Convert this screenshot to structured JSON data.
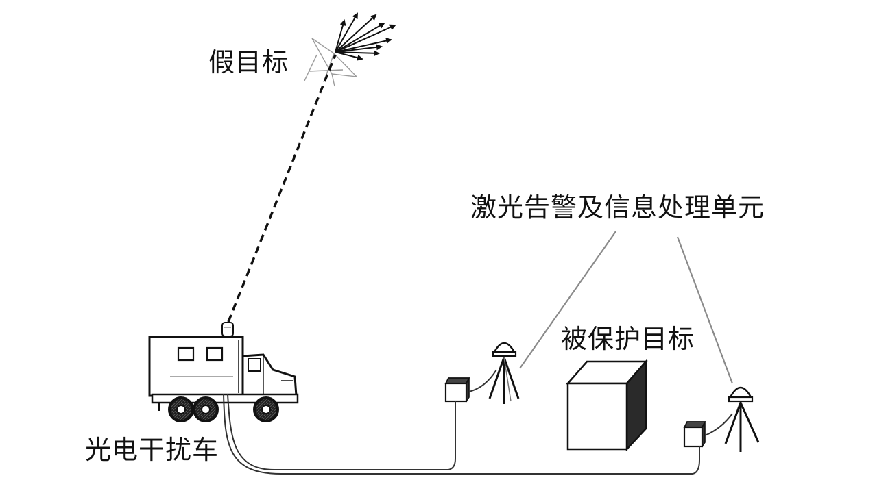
{
  "labels": {
    "decoy_target": "假目标",
    "laser_warning_unit": "激光告警及信息处理单元",
    "protected_target": "被保护目标",
    "jamming_vehicle": "光电干扰车"
  },
  "colors": {
    "ink": "#111111",
    "leader_line": "#8a8a8a",
    "box_face": "#ffffff",
    "box_side": "#2a2a2a"
  }
}
